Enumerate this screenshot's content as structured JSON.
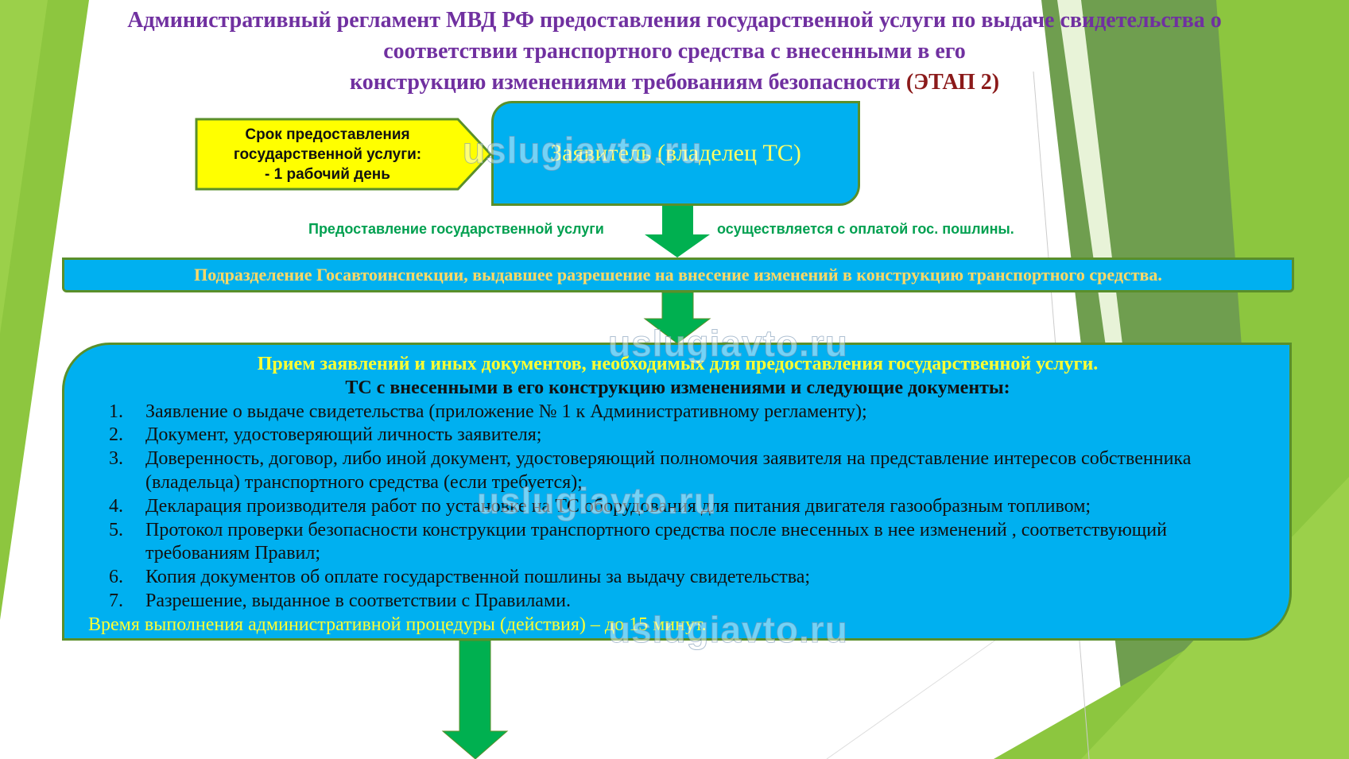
{
  "title": {
    "line1": "Административный регламент МВД РФ предоставления государственной услуги по выдаче свидетельства о",
    "line2": "соответствии транспортного средства с внесенными в его",
    "line3": "конструкцию изменениями требованиям безопасности",
    "stage": "(ЭТАП 2)"
  },
  "deadline": {
    "line1": "Срок предоставления",
    "line2": "государственной услуги:",
    "line3": "- 1 рабочий день"
  },
  "applicant": "Заявитель (владелец ТС)",
  "fee_note": {
    "left": "Предоставление государственной услуги",
    "right": "осуществляется с оплатой гос. пошлины."
  },
  "department": "Подразделение Госавтоинспекции, выдавшее разрешение на внесение изменений в конструкцию транспортного средства.",
  "reception": {
    "heading": "Прием заявлений и иных документов, необходимых для предоставления государственной услуги.",
    "subheading": "ТС с внесенными в его конструкцию изменениями и следующие документы:",
    "items": [
      "Заявление о выдаче свидетельства (приложение № 1 к Административному регламенту);",
      "Документ, удостоверяющий личность заявителя;",
      "Доверенность, договор, либо иной документ, удостоверяющий полномочия заявителя на представление интересов собственника (владельца) транспортного средства (если требуется);",
      "Декларация производителя работ по установке на ТС оборудования для питания двигателя газообразным топливом;",
      "Протокол проверки безопасности конструкции транспортного средства после внесенных в нее изменений , соответствующий требованиям Правил;",
      "Копия документов об оплате государственной пошлины за выдачу свидетельства;",
      "Разрешение, выданное в соответствии с Правилами."
    ],
    "time": "Время выполнения административной процедуры (действия) – до 15 минут."
  },
  "watermark": "uslugiavto.ru",
  "colors": {
    "box": "#00b0f0",
    "arrow": "#00b050",
    "title": "#7030a0",
    "yellow": "#ffff00"
  }
}
